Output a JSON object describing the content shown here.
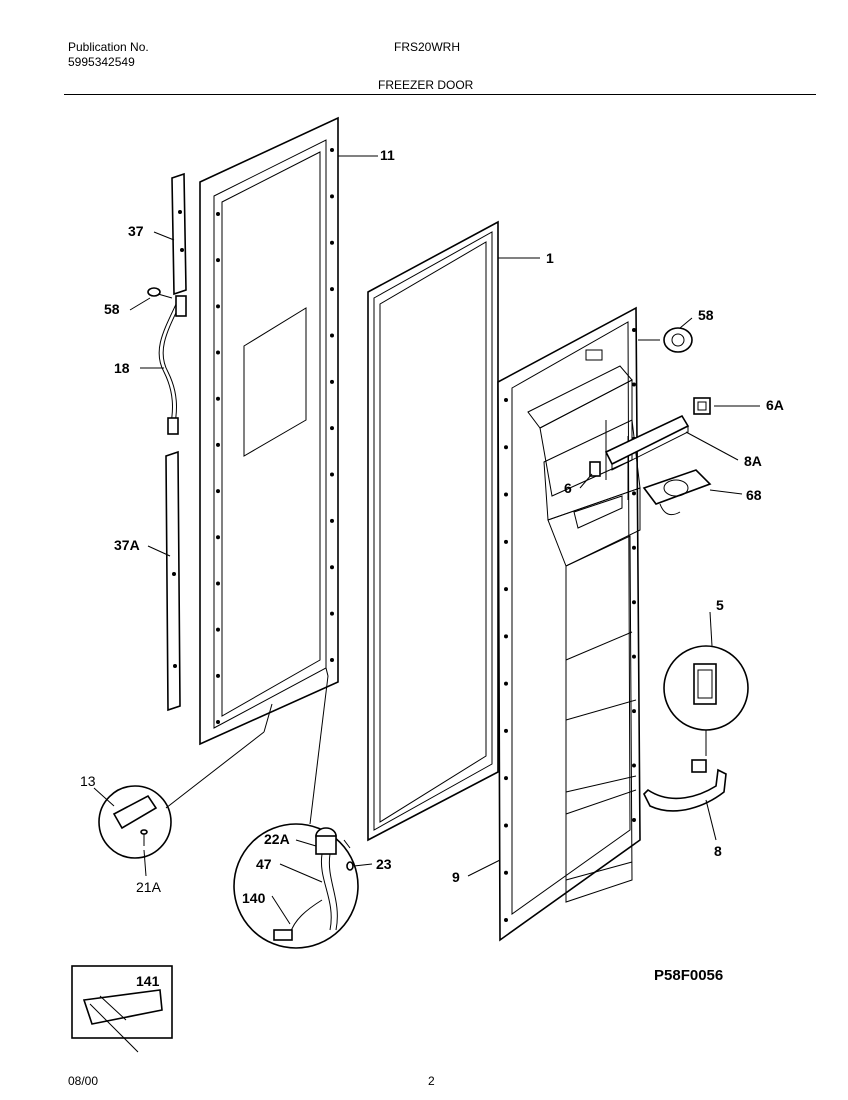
{
  "header": {
    "publication_label": "Publication No.",
    "publication_number": "5995342549",
    "model": "FRS20WRH",
    "section_title": "FREEZER DOOR"
  },
  "diagram": {
    "code": "P58F0056",
    "callouts": {
      "c11": "11",
      "c1": "1",
      "c37": "37",
      "c58a": "58",
      "c18": "18",
      "c37a": "37A",
      "c58b": "58",
      "c6a": "6A",
      "c8a": "8A",
      "c6": "6",
      "c68": "68",
      "c5": "5",
      "c13": "13",
      "c21a": "21A",
      "c22a": "22A",
      "c47": "47",
      "c23": "23",
      "c140": "140",
      "c9": "9",
      "c8": "8",
      "c141": "141"
    }
  },
  "footer": {
    "date": "08/00",
    "page": "2"
  }
}
